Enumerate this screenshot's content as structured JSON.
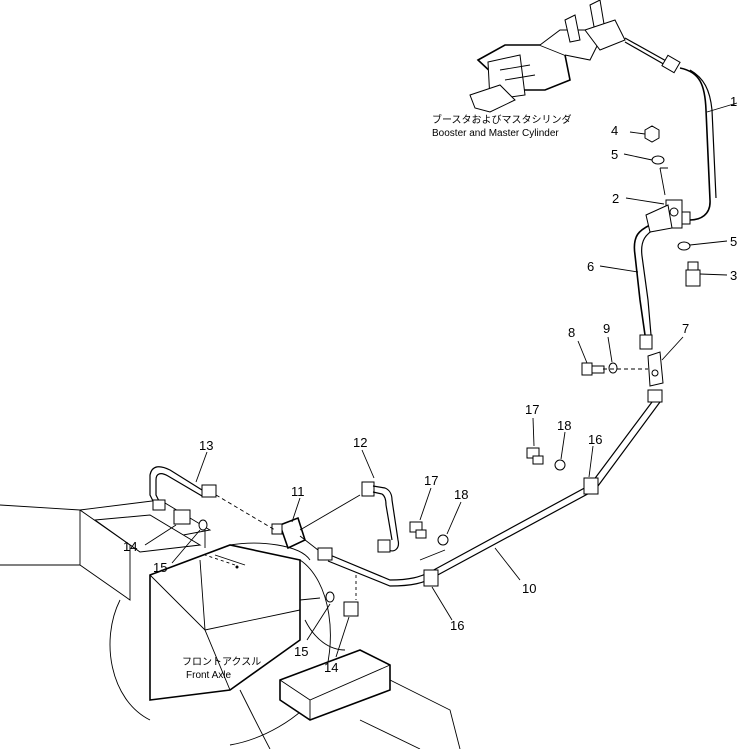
{
  "booster_label_jp": "ブースタおよびマスタシリンダ",
  "booster_label_en": "Booster and Master Cylinder",
  "axle_label_jp": "フロントアクスル",
  "axle_label_en": "Front Axle",
  "callouts": {
    "c1": "1",
    "c2": "2",
    "c3": "3",
    "c4": "4",
    "c5a": "5",
    "c5b": "5",
    "c6": "6",
    "c7": "7",
    "c8": "8",
    "c9": "9",
    "c10": "10",
    "c11": "11",
    "c12": "12",
    "c13": "13",
    "c14a": "14",
    "c14b": "14",
    "c15a": "15",
    "c15b": "15",
    "c16a": "16",
    "c16b": "16",
    "c17a": "17",
    "c17b": "17",
    "c18a": "18",
    "c18b": "18"
  }
}
